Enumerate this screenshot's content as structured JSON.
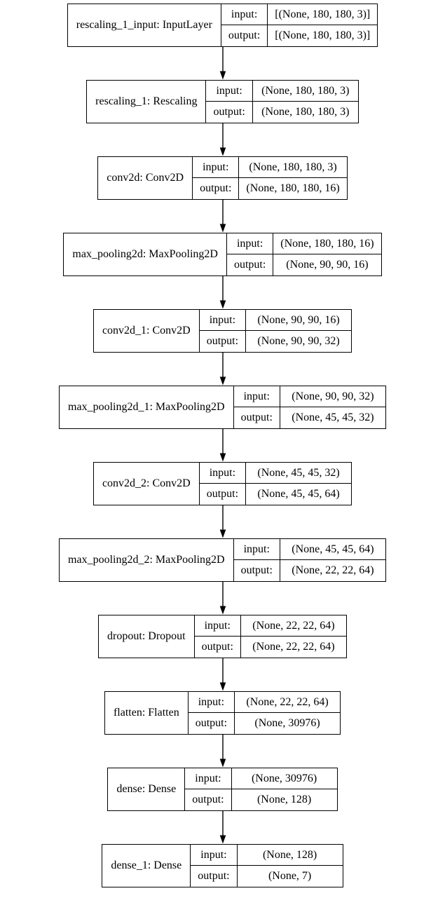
{
  "diagram": {
    "type": "keras-model-plot",
    "background": "#ffffff",
    "border_color": "#000000",
    "text_color": "#000000",
    "arrow_color": "#000000",
    "layers": [
      {
        "name": "rescaling_1_input: InputLayer",
        "input_label": "input:",
        "output_label": "output:",
        "input_shape": "[(None, 180, 180, 3)]",
        "output_shape": "[(None, 180, 180, 3)]"
      },
      {
        "name": "rescaling_1: Rescaling",
        "input_label": "input:",
        "output_label": "output:",
        "input_shape": "(None, 180, 180, 3)",
        "output_shape": "(None, 180, 180, 3)"
      },
      {
        "name": "conv2d: Conv2D",
        "input_label": "input:",
        "output_label": "output:",
        "input_shape": "(None, 180, 180, 3)",
        "output_shape": "(None, 180, 180, 16)"
      },
      {
        "name": "max_pooling2d: MaxPooling2D",
        "input_label": "input:",
        "output_label": "output:",
        "input_shape": "(None, 180, 180, 16)",
        "output_shape": "(None, 90, 90, 16)"
      },
      {
        "name": "conv2d_1: Conv2D",
        "input_label": "input:",
        "output_label": "output:",
        "input_shape": "(None, 90, 90, 16)",
        "output_shape": "(None, 90, 90, 32)"
      },
      {
        "name": "max_pooling2d_1: MaxPooling2D",
        "input_label": "input:",
        "output_label": "output:",
        "input_shape": "(None, 90, 90, 32)",
        "output_shape": "(None, 45, 45, 32)"
      },
      {
        "name": "conv2d_2: Conv2D",
        "input_label": "input:",
        "output_label": "output:",
        "input_shape": "(None, 45, 45, 32)",
        "output_shape": "(None, 45, 45, 64)"
      },
      {
        "name": "max_pooling2d_2: MaxPooling2D",
        "input_label": "input:",
        "output_label": "output:",
        "input_shape": "(None, 45, 45, 64)",
        "output_shape": "(None, 22, 22, 64)"
      },
      {
        "name": "dropout: Dropout",
        "input_label": "input:",
        "output_label": "output:",
        "input_shape": "(None, 22, 22, 64)",
        "output_shape": "(None, 22, 22, 64)"
      },
      {
        "name": "flatten: Flatten",
        "input_label": "input:",
        "output_label": "output:",
        "input_shape": "(None, 22, 22, 64)",
        "output_shape": "(None, 30976)"
      },
      {
        "name": "dense: Dense",
        "input_label": "input:",
        "output_label": "output:",
        "input_shape": "(None, 30976)",
        "output_shape": "(None, 128)"
      },
      {
        "name": "dense_1: Dense",
        "input_label": "input:",
        "output_label": "output:",
        "input_shape": "(None, 128)",
        "output_shape": "(None, 7)"
      }
    ]
  }
}
